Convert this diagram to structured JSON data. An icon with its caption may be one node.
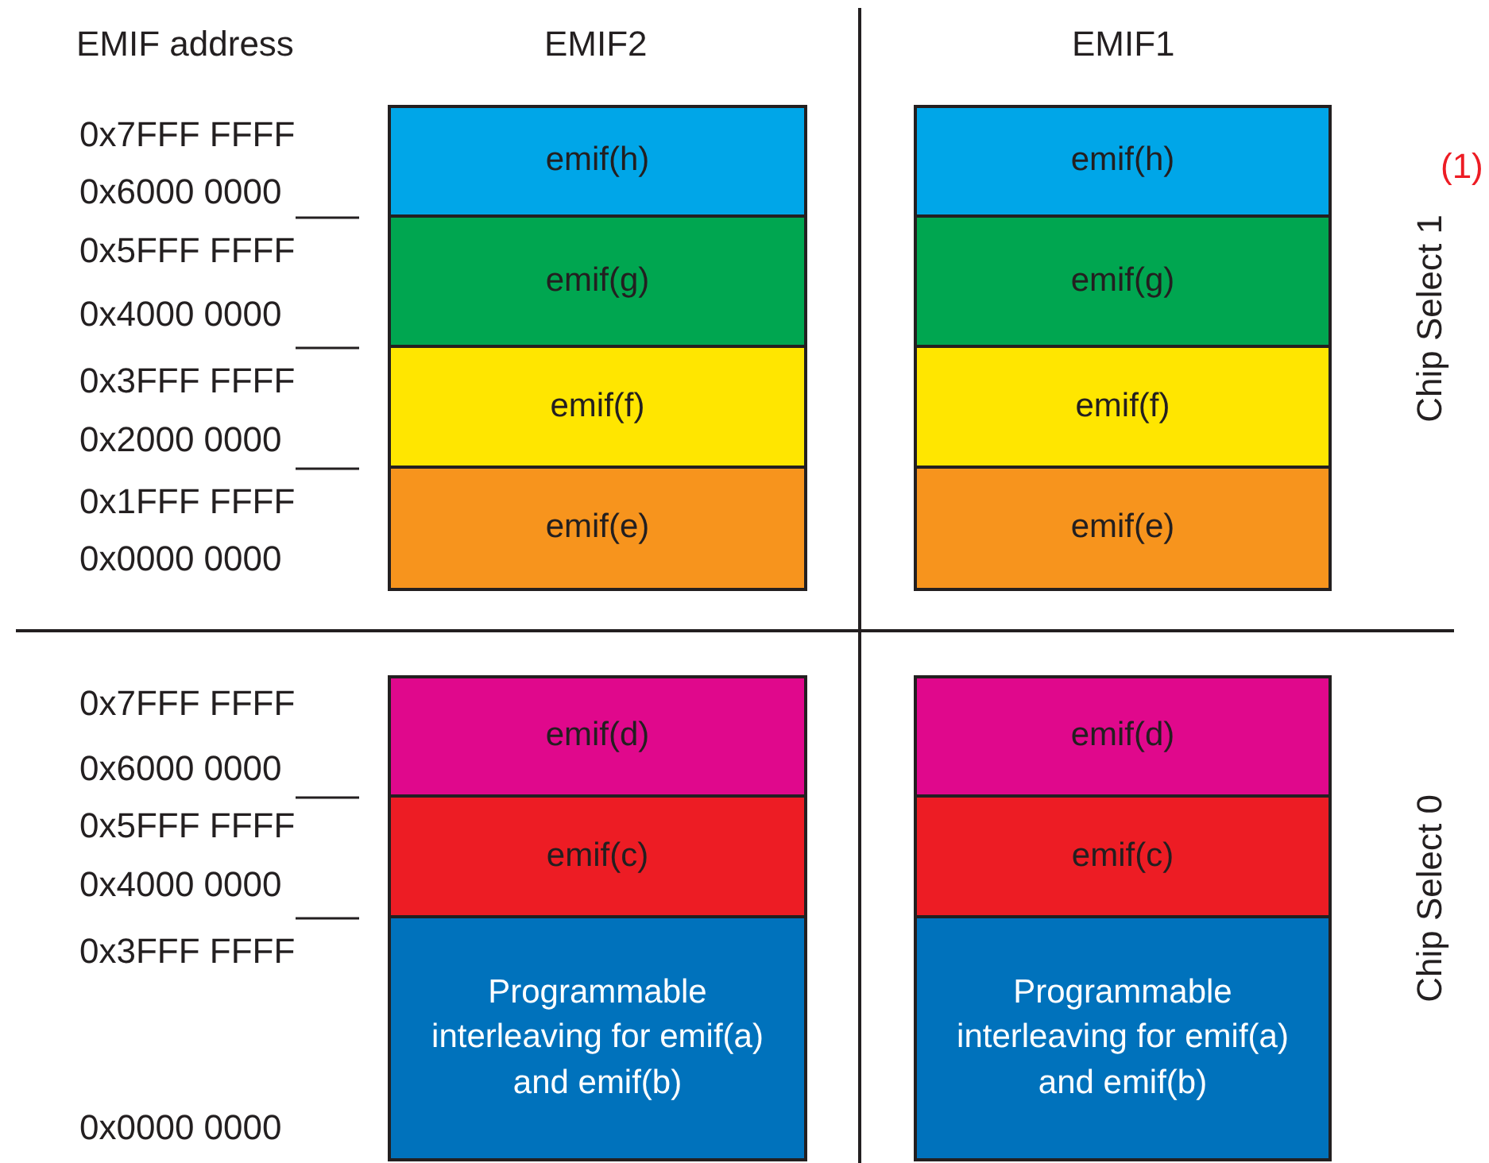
{
  "diagram": {
    "nodes": [
      {
        "text": [
          "emif(h)"
        ]
      },
      {
        "text": [
          "emif(h)"
        ]
      },
      {
        "text": [
          "emif(g)"
        ]
      },
      {
        "text": [
          "emif(g)"
        ]
      },
      {
        "text": [
          "emif(f)"
        ]
      },
      {
        "text": [
          "emif(f)"
        ]
      },
      {
        "text": [
          "emif(e)"
        ]
      },
      {
        "text": [
          "emif(e)"
        ]
      },
      {
        "text": [
          "emif(d)"
        ]
      },
      {
        "text": [
          "emif(d)"
        ]
      },
      {
        "text": [
          "emif(c)"
        ]
      },
      {
        "text": [
          "emif(c)"
        ]
      },
      {
        "text": [
          "Programmable interleaving for emif(a) and emif(b)"
        ]
      },
      {
        "text": [
          "Programmable interleaving for emif(a) and emif(b)"
        ]
      }
    ],
    "labels": [
      "EMIF address",
      "EMIF2",
      "EMIF1",
      "0x7FFF FFFF",
      "(1)",
      "0x6000 0000",
      "0x5FFF FFFF",
      "Chip Select 1",
      "0x4000 0000",
      "0x3FFF FFFF",
      "0x2000 0000",
      "0x1FFF FFFF",
      "0x0000 0000",
      "0x7FFF FFFF",
      "0x6000 0000",
      "0x5FFF FFFF",
      "0x4000 0000",
      "Chip Select 0",
      "0x3FFF FFFF",
      "0x0000 0000"
    ]
  }
}
